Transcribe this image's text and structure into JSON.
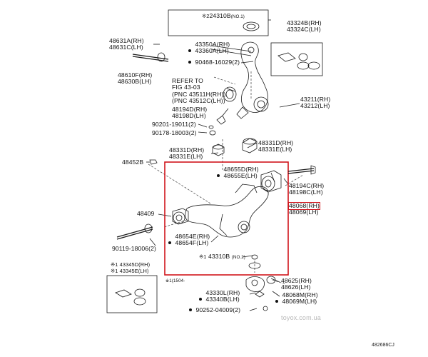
{
  "labels": {
    "l24310b": {
      "mark": "※2",
      "code": "24310B",
      "note": "(NO.1)"
    },
    "l43324b": [
      "43324B(RH)",
      "43324C(LH)"
    ],
    "l48631a": [
      "48631A(RH)",
      "48631C(LH)"
    ],
    "l43350a": [
      "43350A(RH)",
      "43360A(LH)"
    ],
    "l90468": "90468-16029(2)",
    "l48610f": [
      "48610F(RH)",
      "48630B(LH)"
    ],
    "lrefer": [
      "REFER TO",
      "FIG 43-03",
      "(PNC 43511H(RH))",
      "(PNC 43512C(LH))"
    ],
    "l43211": [
      "43211(RH)",
      "43212(LH)"
    ],
    "l48194d": [
      "48194D(RH)",
      "48198D(LH)"
    ],
    "l90201": "90201-19011(2)",
    "l90178": "90178-18003(2)",
    "l48331d_right": [
      "48331D(RH)",
      "48331E(LH)"
    ],
    "l48331d_left": [
      "48331D(RH)",
      "48331E(LH)"
    ],
    "l48452b": "48452B",
    "l48655d": [
      "48655D(RH)",
      "48655E(LH)"
    ],
    "l48194c": [
      "48194C(RH)",
      "48198C(LH)"
    ],
    "l48068": [
      "48068(RH)",
      "48069(LH)"
    ],
    "l48409": "48409",
    "l48654e": [
      "48654E(RH)",
      "48654F(LH)"
    ],
    "l90119": "90119-18006(2)",
    "l43310b": {
      "mark": "※1",
      "code": "43310B",
      "note": "(NO.2)"
    },
    "l43345d": [
      "※1 43345D(RH)",
      "※1 43345E(LH)"
    ],
    "lfoot": "※1(1504-",
    "l48625": [
      "48625(RH)",
      "48626(LH)"
    ],
    "l43330l": [
      "43330L(RH)",
      "43340B(LH)"
    ],
    "l48068m": [
      "48068M(RH)",
      "48069M(LH)"
    ],
    "l90252": "90252-04009(2)"
  },
  "watermark": "toyox.com.ua",
  "diagram_code": "482686CJ",
  "colors": {
    "highlight": "#d0141b",
    "line": "#1a1a1a",
    "watermark": "#b9b9b9"
  }
}
